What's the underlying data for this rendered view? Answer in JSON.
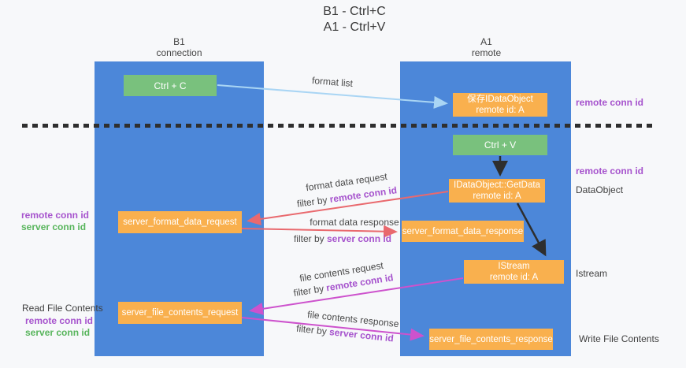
{
  "title": {
    "line1": "B1 - Ctrl+C",
    "line2": "A1 - Ctrl+V"
  },
  "columns": {
    "left": {
      "name": "B1",
      "role": "connection"
    },
    "right": {
      "name": "A1",
      "role": "remote"
    }
  },
  "boxes": {
    "ctrl_c": {
      "label": "Ctrl + C"
    },
    "ctrl_v": {
      "label": "Ctrl + V"
    },
    "save_dataobject": {
      "line1": "保存IDataObject",
      "line2": "remote id: A"
    },
    "getdata": {
      "line1": "IDataObject::GetData",
      "line2": "remote id: A"
    },
    "istream": {
      "line1": "IStream",
      "line2": "remote id: A"
    },
    "server_format_data_request": {
      "label": "server_format_data_request"
    },
    "server_format_data_response": {
      "label": "server_format_data_response"
    },
    "server_file_contents_request": {
      "label": "server_file_contents_request"
    },
    "server_file_contents_response": {
      "label": "server_file_contents_response"
    }
  },
  "arrows": {
    "format_list": {
      "label": "format list"
    },
    "format_data_request": {
      "label": "format data request",
      "filter_prefix": "filter by ",
      "filter_key": "remote conn id"
    },
    "format_data_response": {
      "label": "format data response",
      "filter_prefix": "filter by ",
      "filter_key": "server conn id"
    },
    "file_contents_request": {
      "label": "file contents request",
      "filter_prefix": "filter by ",
      "filter_key": "remote conn id"
    },
    "file_contents_response": {
      "label": "file contents response",
      "filter_prefix": "filter by ",
      "filter_key": "server conn id"
    }
  },
  "side_labels": {
    "right_top_remote_conn_id": "remote conn id",
    "right_mid_remote_conn_id": "remote conn id",
    "right_dataobject": "DataObject",
    "right_istream": "Istream",
    "right_write_file_contents": "Write File Contents",
    "left_remote_conn_id_1": "remote conn id",
    "left_server_conn_id_1": "server conn id",
    "left_read_file_contents": "Read File Contents",
    "left_remote_conn_id_2": "remote conn id",
    "left_server_conn_id_2": "server conn id"
  },
  "colors": {
    "background": "#f7f8fa",
    "column_blue": "#4c87d9",
    "box_green": "#79c17d",
    "box_orange": "#f9b04e",
    "arrow_light_blue": "#a9d5f4",
    "arrow_red": "#e9696e",
    "arrow_magenta": "#cd52cd",
    "arrow_black": "#2e2e2e",
    "label_purple": "#a653cd",
    "label_green": "#58b55c",
    "text_dark": "#404040"
  }
}
